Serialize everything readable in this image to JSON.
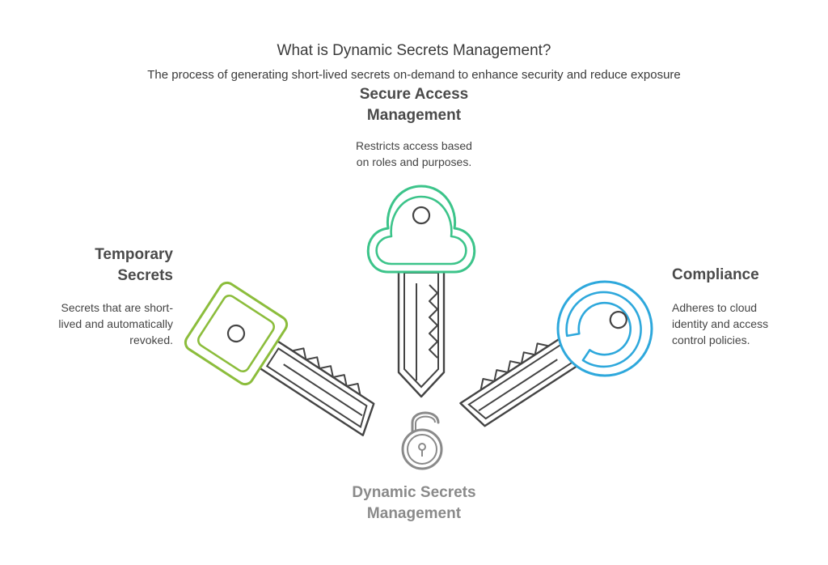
{
  "header": {
    "title": "What is Dynamic Secrets Management?",
    "subtitle": "The process of generating short-lived secrets on-demand to enhance security and reduce exposure"
  },
  "items": [
    {
      "heading_line1": "Secure Access",
      "heading_line2": "Management",
      "desc_line1": "Restricts access based",
      "desc_line2": "on roles and purposes.",
      "color": "#3cc48a",
      "icon": "key-icon"
    },
    {
      "heading_line1": "Temporary",
      "heading_line2": "Secrets",
      "desc_line1": "Secrets that are short-",
      "desc_line2": "lived and automatically",
      "desc_line3": "revoked.",
      "color": "#8cbd3c",
      "icon": "key-icon"
    },
    {
      "heading_line1": "Compliance",
      "desc_line1": "Adheres to cloud",
      "desc_line2": "identity and access",
      "desc_line3": "control policies.",
      "color": "#2ea8dc",
      "icon": "key-icon"
    }
  ],
  "center": {
    "label_line1": "Dynamic Secrets",
    "label_line2": "Management",
    "icon": "unlocked-padlock-icon",
    "color": "#8a8a8a"
  }
}
